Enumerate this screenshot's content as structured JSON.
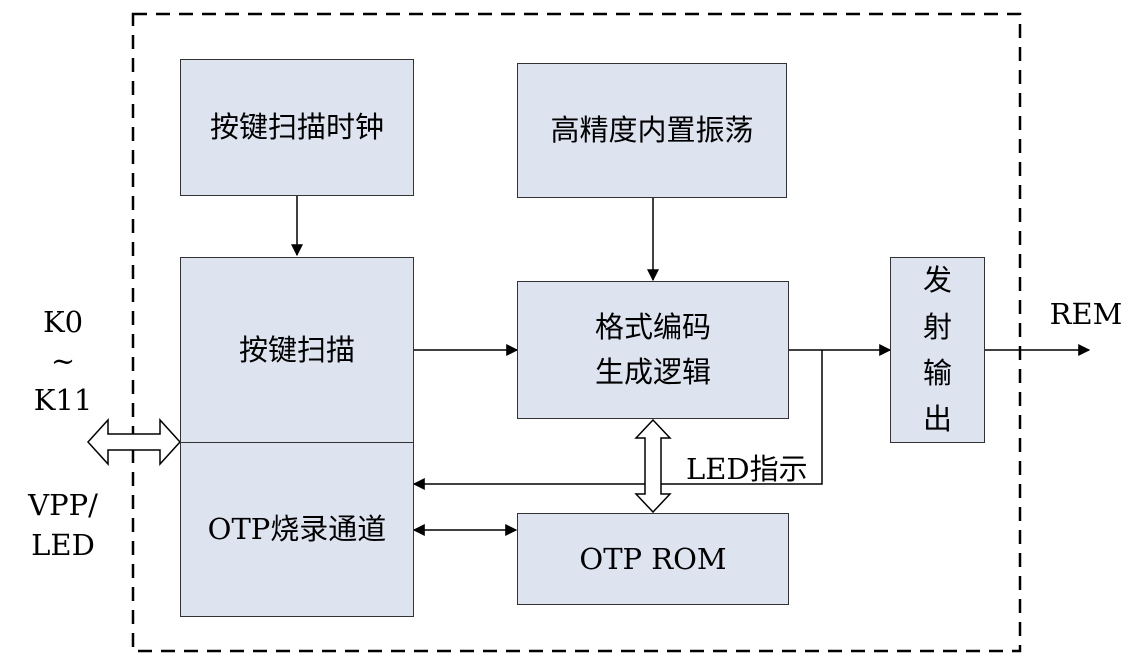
{
  "blocks": {
    "key_scan_clock": "按键扫描时钟",
    "oscillator": "高精度内置振荡",
    "key_scan": "按键扫描",
    "format_logic_line1": "格式编码",
    "format_logic_line2": "生成逻辑",
    "transmit_output": [
      "发",
      "射",
      "输",
      "出"
    ],
    "otp_burn": "OTP烧录通道",
    "otp_rom": "OTP ROM"
  },
  "labels": {
    "key_start": "K0",
    "key_tilde": "~",
    "key_end": "K11",
    "vpp": "VPP/",
    "led": "LED",
    "rem": "REM",
    "led_indicator": "LED指示"
  }
}
